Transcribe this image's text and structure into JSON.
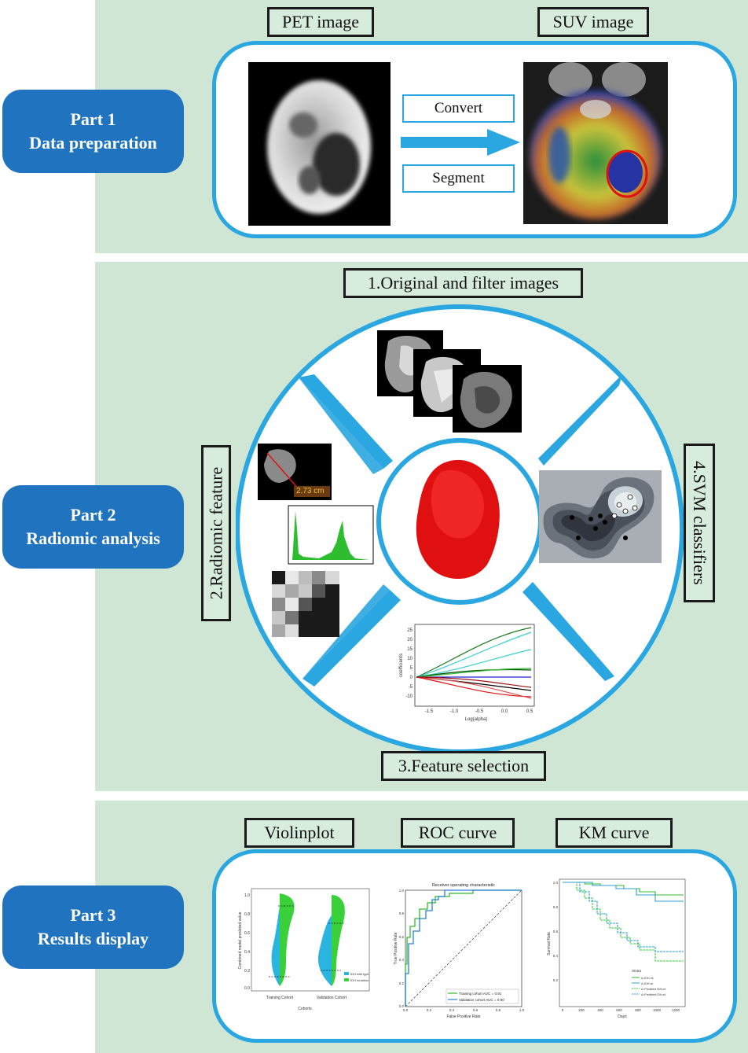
{
  "parts": [
    {
      "title": "Part 1",
      "subtitle": "Data preparation"
    },
    {
      "title": "Part 2",
      "subtitle": "Radiomic analysis"
    },
    {
      "title": "Part 3",
      "subtitle": "Results display"
    }
  ],
  "part1": {
    "pet_label": "PET image",
    "suv_label": "SUV image",
    "convert_label": "Convert",
    "segment_label": "Segment"
  },
  "part2": {
    "step1": "1.Original and filter images",
    "step2": "2.Radiomic feature",
    "step3": "3.Feature selection",
    "step4": "4.SVM classifiers",
    "measure": "2.73 cm",
    "lasso_ylabel": "coefficients",
    "lasso_xlabel": "Log(alpha)",
    "lasso_yticks": [
      "25",
      "20",
      "15",
      "10",
      "5",
      "0",
      "-5",
      "-10"
    ],
    "lasso_xticks": [
      "-1.5",
      "-1.0",
      "-0.5",
      "0.0",
      "0.5"
    ]
  },
  "part3": {
    "violin_label": "Violinplot",
    "roc_label": "ROC curve",
    "km_label": "KM curve",
    "violin_ylabel": "Combined model predicted value",
    "violin_xlabel": "Cohorts",
    "violin_cat1": "Training Cohort",
    "violin_cat2": "Validation Cohort",
    "violin_legend1": "IDH wild type",
    "violin_legend2": "IDH mutation",
    "violin_yticks": [
      "1.0",
      "0.8",
      "0.6",
      "0.4",
      "0.2",
      "0.0"
    ],
    "roc_title": "Receiver operating characteristic",
    "roc_ylabel": "True Positive Rate",
    "roc_xlabel": "False Positive Rate",
    "roc_legend1": "Training cohort   AUC = 0.91",
    "roc_legend2": "Validation cohort  AUC = 0.90",
    "roc_ticks": [
      "0.0",
      "0.2",
      "0.4",
      "0.6",
      "0.8",
      "1.0"
    ],
    "km_ylabel": "Survival Rate",
    "km_xlabel": "Days",
    "km_legend_title": "Strata",
    "km_legend": [
      "A=IDH-mt",
      "A=IDH-wt",
      "A=Predicted IDH-mt",
      "A=Predicted IDH-wt"
    ],
    "km_xticks": [
      "0",
      "200",
      "400",
      "600",
      "800",
      "1000",
      "1200"
    ],
    "km_yticks": [
      "1.0",
      "0.8",
      "0.6",
      "0.4",
      "0.2"
    ]
  },
  "colors": {
    "panel": "#cfe6d5",
    "part_button": "#1f73bf",
    "accent_blue": "#2aa6e0",
    "tumor_red": "#e01010",
    "training_green": "#2ebd2e",
    "validation_blue": "#2a7fe0"
  }
}
